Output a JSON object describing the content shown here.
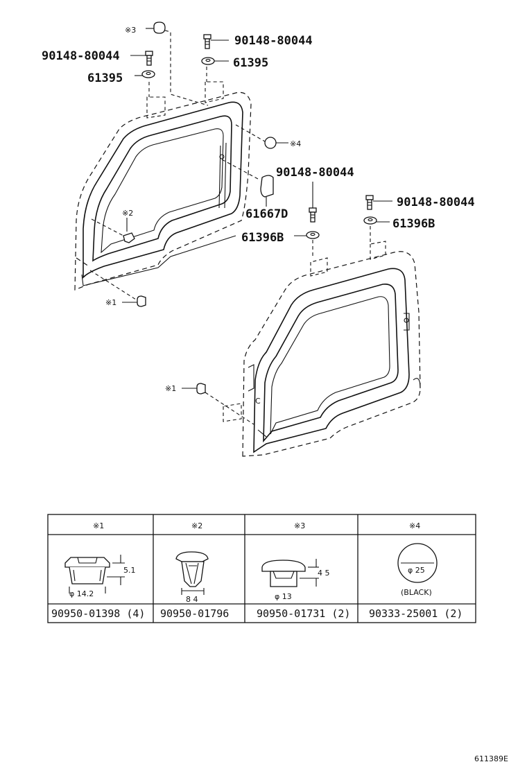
{
  "callouts": {
    "top_right_clip_part": "90148-80044",
    "top_right_retainer": "61395",
    "top_left_clip_part": "90148-80044",
    "top_left_retainer": "61395",
    "note3": "※3",
    "note4": "※4",
    "note2": "※2",
    "note1_left": "※1",
    "note1_right": "※1",
    "middle_clip_part": "90148-80044",
    "middle_seal": "61667D",
    "middle_retainer": "61396B",
    "right_clip_part": "90148-80044",
    "right_retainer": "61396B"
  },
  "table": {
    "headers": [
      "※1",
      "※2",
      "※3",
      "※4"
    ],
    "cells": [
      {
        "dim1": "5.1",
        "dim2": "φ 14.2",
        "part": "90950-01398 (4)"
      },
      {
        "dim1": "8 4",
        "part": "90950-01796"
      },
      {
        "dim1": "4 5",
        "dim2": "φ 13",
        "part": "90950-01731 (2)"
      },
      {
        "dim1": "φ 25",
        "note": "(BLACK)",
        "part": "90333-25001 (2)"
      }
    ]
  },
  "figure_id": "611389E"
}
